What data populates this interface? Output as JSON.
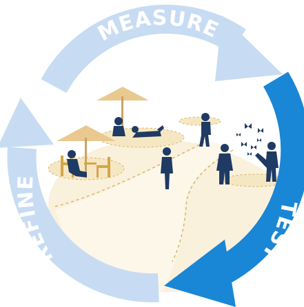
{
  "cycle": {
    "labels": {
      "measure": "MEASURE",
      "test": "TEST",
      "refine": "REFINE"
    },
    "colors": {
      "measure_arrow": "#c7dcf2",
      "refine_arrow": "#c7dcf2",
      "test_arrow": "#1a86d6",
      "ground": "#faf1dc",
      "zone_outline": "#d6b46a",
      "figures": "#1f3a63",
      "umbrella": "#e9c98f",
      "chair": "#d5a547"
    }
  },
  "scene": {
    "icons": [
      "umbrella-icon",
      "chair-icon",
      "person-sitting-icon",
      "person-lying-icon",
      "person-walking-icon",
      "person-standing-icon",
      "butterfly-icon"
    ]
  }
}
